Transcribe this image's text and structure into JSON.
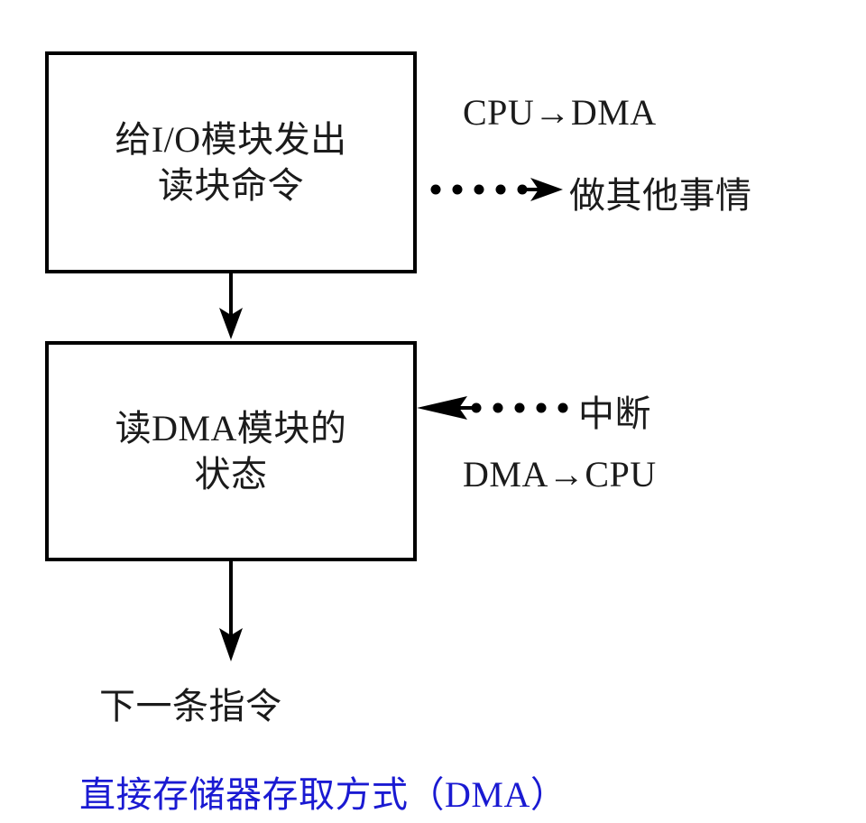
{
  "diagram": {
    "title_caption": "直接存储器存取方式（DMA）",
    "caption_color": "#1a1ad2",
    "stroke_color": "#000000",
    "background": "#ffffff",
    "boxes": [
      {
        "id": "issue-read-block-command",
        "lines": [
          "给I/O模块发出",
          "读块命令"
        ]
      },
      {
        "id": "read-dma-module-status",
        "lines": [
          "读DMA模块的",
          "状态"
        ]
      }
    ],
    "side_labels": {
      "cpu_to_dma": "CPU→DMA",
      "do_other_work": "做其他事情",
      "interrupt": "中断",
      "dma_to_cpu": "DMA→CPU"
    },
    "terminal_label": "下一条指令",
    "connectors": [
      {
        "id": "box1-to-box2",
        "style": "solid",
        "direction": "down",
        "from": "issue-read-block-command",
        "to": "read-dma-module-status"
      },
      {
        "id": "box2-to-next-instruction",
        "style": "solid",
        "direction": "down",
        "from": "read-dma-module-status",
        "to": "下一条指令"
      },
      {
        "id": "box1-to-other-work",
        "style": "dotted",
        "direction": "right",
        "from": "issue-read-block-command",
        "to": "做其他事情",
        "dots": 5
      },
      {
        "id": "interrupt-to-box2",
        "style": "dotted",
        "direction": "left",
        "from": "中断",
        "to": "read-dma-module-status",
        "dots": 5
      }
    ]
  }
}
